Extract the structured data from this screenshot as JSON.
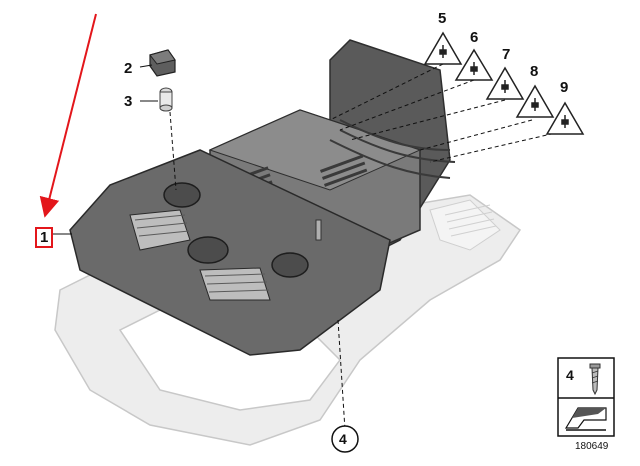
{
  "callouts": {
    "part_1": "1",
    "part_2": "2",
    "part_3": "3",
    "part_4": "4",
    "part_5": "5",
    "part_6": "6",
    "part_7": "7",
    "part_8": "8",
    "part_9": "9"
  },
  "legend": {
    "part_number": "4",
    "diagram_code": "180649"
  },
  "colors": {
    "highlight": "#e3161b",
    "housing": "#6e6e6e",
    "frame": "#e6e6e6"
  },
  "icons": {
    "warning": "electrical-warning-triangle-icon",
    "screw": "screw-icon"
  }
}
